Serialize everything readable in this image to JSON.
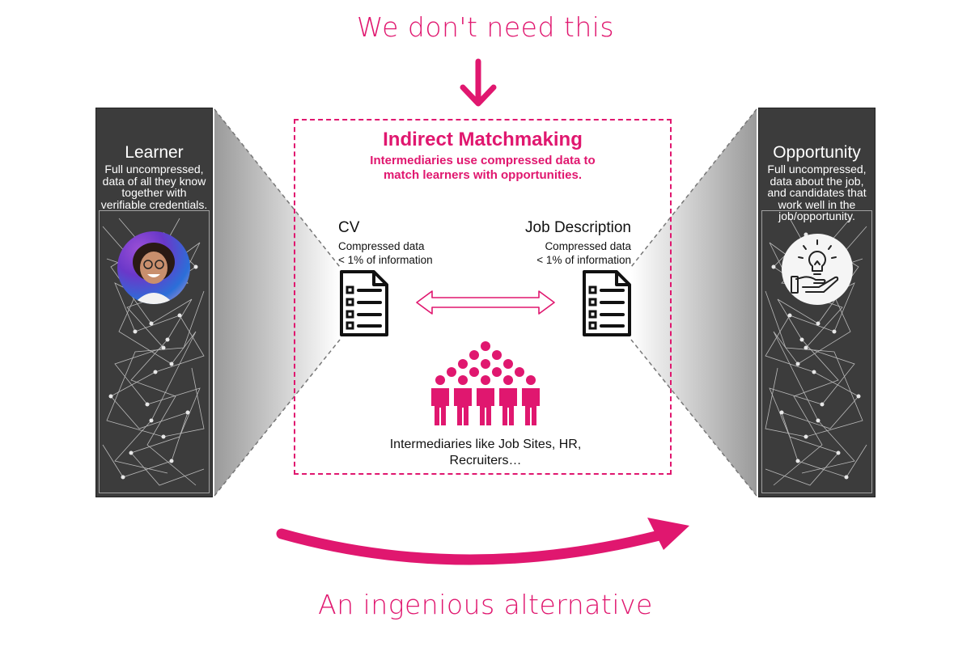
{
  "colors": {
    "accent": "#e0176f",
    "panel": "#3c3c3c",
    "text": "#111111"
  },
  "top_caption": "We don't need this",
  "bottom_caption": "An ingenious alternative",
  "learner": {
    "title": "Learner",
    "description": "Full uncompressed, data of all they know together with verifiable credentials."
  },
  "opportunity": {
    "title": "Opportunity",
    "description": "Full uncompressed, data about the job, and candidates that work well in the job/opportunity."
  },
  "matchmaking": {
    "title": "Indirect Matchmaking",
    "subtitle": "Intermediaries use compressed data to match learners with opportunities."
  },
  "cv": {
    "title": "CV",
    "line1": "Compressed data",
    "line2": "< 1% of information"
  },
  "job_description": {
    "title": "Job Description",
    "line1": "Compressed data",
    "line2": "< 1% of information"
  },
  "intermediaries": {
    "label": "Intermediaries like Job Sites, HR, Recruiters…"
  },
  "icons": [
    "document-icon",
    "double-arrow-icon",
    "people-group-icon",
    "lightbulb-hand-icon",
    "down-arrow-icon",
    "curved-arrow-icon"
  ]
}
